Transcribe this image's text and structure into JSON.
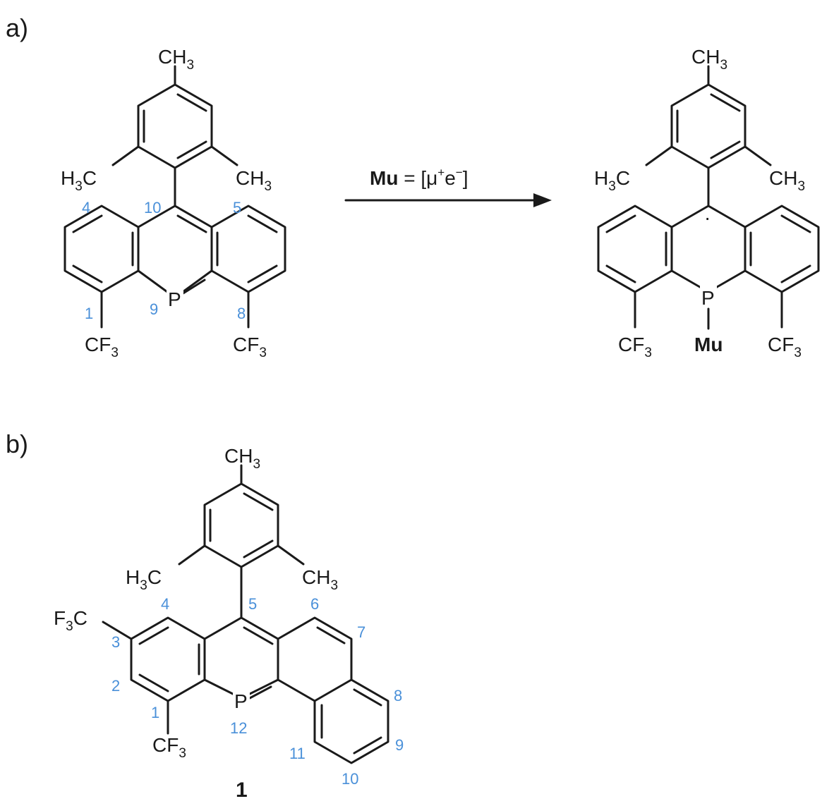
{
  "panels": {
    "a": "a)",
    "b": "b)"
  },
  "groups": {
    "ch3": "CH",
    "h3c": "H",
    "h3c_c": "C",
    "cf3": "CF",
    "f3c_f": "F",
    "f3c_c": "C",
    "three": "3"
  },
  "atoms": {
    "p": "P",
    "mu": "Mu"
  },
  "reaction": {
    "lhs": "Mu",
    "eq": " = [μ",
    "plus": "+",
    "e": "e",
    "minus": "−",
    "close": "]"
  },
  "radical_dot": "·",
  "numbering_a": {
    "n1": "1",
    "n4": "4",
    "n5": "5",
    "n8": "8",
    "n9": "9",
    "n10": "10"
  },
  "numbering_b": {
    "n1": "1",
    "n2": "2",
    "n3": "3",
    "n4": "4",
    "n5": "5",
    "n6": "6",
    "n7": "7",
    "n8": "8",
    "n9": "9",
    "n10": "10",
    "n11": "11",
    "n12": "12"
  },
  "compound_label": "1",
  "colors": {
    "ink": "#1a1a1a",
    "numbering": "#4a90d9"
  }
}
